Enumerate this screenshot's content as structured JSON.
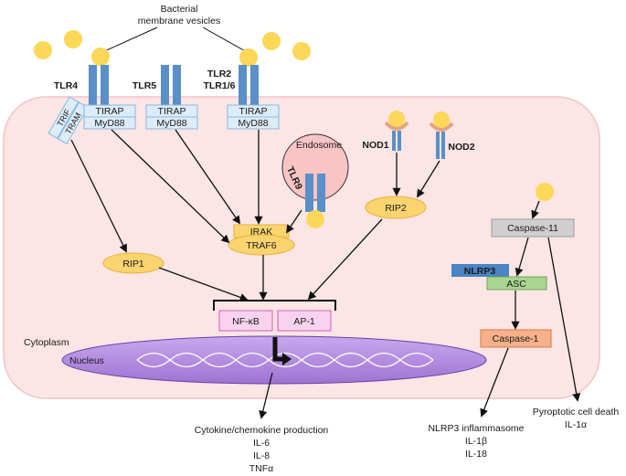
{
  "labels": {
    "bacterial_vesicles_line1": "Bacterial",
    "bacterial_vesicles_line2": "membrane vesicles",
    "tlr4": "TLR4",
    "tlr5": "TLR5",
    "tlr2": "TLR2",
    "tlr1_6": "TLR1/6",
    "trif": "TRIF",
    "tram": "TRAM",
    "tirap": "TIRAP",
    "myd88": "MyD88",
    "endosome": "Endosome",
    "tlr9": "TLR9",
    "nod1": "NOD1",
    "nod2": "NOD2",
    "rip2": "RIP2",
    "irak": "IRAK",
    "traf6": "TRAF6",
    "rip1": "RIP1",
    "nfkb": "NF-κB",
    "ap1": "AP-1",
    "cytoplasm": "Cytoplasm",
    "nucleus": "Nucleus",
    "caspase11": "Caspase-11",
    "nlrp3": "NLRP3",
    "asc": "ASC",
    "caspase1": "Caspase-1"
  },
  "outputs": {
    "cytokine": [
      "Cytokine/chemokine production",
      "IL-6",
      "IL-8",
      "TNFα"
    ],
    "inflammasome": [
      "NLRP3 inflammasome",
      "IL-1β",
      "IL-18"
    ],
    "pyroptosis": [
      "Pyroptotic cell death",
      "IL-1α"
    ]
  },
  "colors": {
    "cell_fill": "#fbe5e5",
    "cell_stroke": "#f2c4c4",
    "vesicle": "#fcd758",
    "receptor": "#5b8fc7",
    "adaptor": "#dcecf9",
    "adaptor_stroke": "#8ab8de",
    "oval": "#fbd36f",
    "oval_stroke": "#e6b33c",
    "tf_box": "#f9d3ee",
    "tf_stroke": "#d65cb8",
    "nucleus": "#b78fe0",
    "caspase11": "#cfcfcf",
    "nlrp3": "#4a84c3",
    "asc": "#a8d58f",
    "caspase1": "#f6b08a"
  }
}
